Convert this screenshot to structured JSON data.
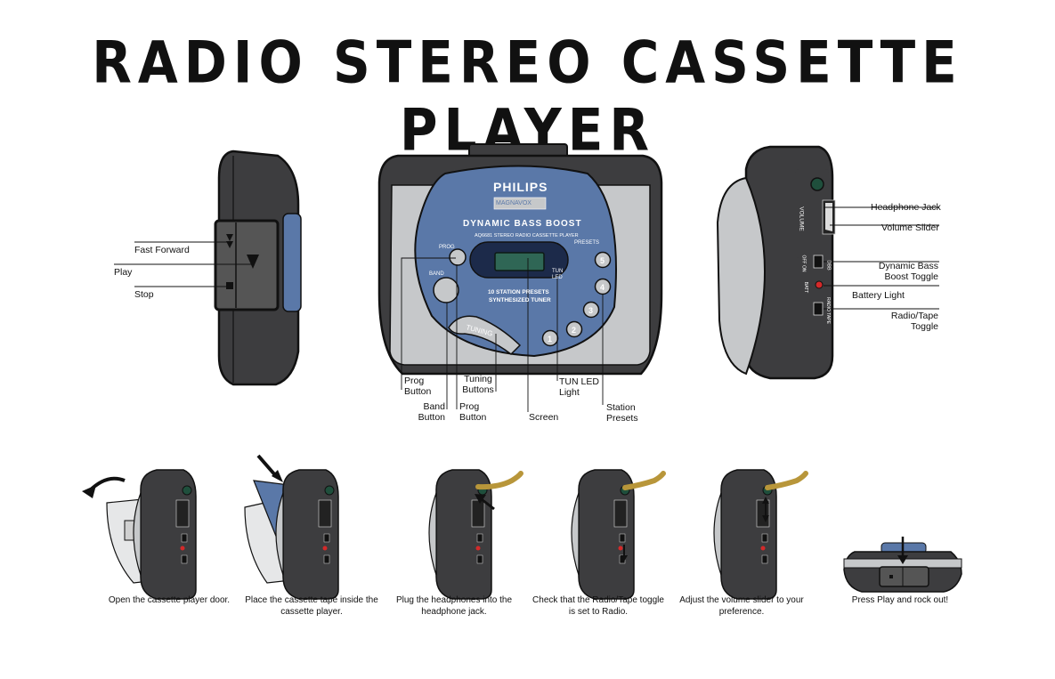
{
  "title": "RADIO STEREO CASSETTE PLAYER",
  "device": {
    "brand": "PHILIPS",
    "badge": "MAGNAVOX",
    "feature": "DYNAMIC BASS BOOST",
    "model": "AQ6681 STEREO RADIO CASSETTE PLAYER",
    "prog": "PROG",
    "band": "BAND",
    "presets": "PRESETS",
    "tun_led": "TUN LED",
    "station_text_1": "10 STATION PRESETS",
    "station_text_2": "SYNTHESIZED TUNER",
    "tuning": "TUNING",
    "volume": "VOLUME",
    "dbb": "DBB",
    "off_on": "OFF ON",
    "batt": "BATT",
    "radio_tape": "RADIO TAPE"
  },
  "left_labels": {
    "fast_forward": "Fast Forward",
    "play": "Play",
    "stop": "Stop"
  },
  "right_labels": {
    "headphone_jack": "Headphone Jack",
    "volume_slider": "Volume Slider",
    "dbb_toggle": "Dynamic Bass Boost Toggle",
    "battery_light": "Battery Light",
    "radio_tape_toggle": "Radio/Tape Toggle"
  },
  "front_labels": {
    "prog_button_1": "Prog Button",
    "band_button": "Band Button",
    "prog_button_2": "Prog Button",
    "tuning_buttons": "Tuning Buttons",
    "screen": "Screen",
    "tun_led_light": "TUN LED Light",
    "station_presets": "Station Presets"
  },
  "presets": [
    "1",
    "2",
    "3",
    "4",
    "5"
  ],
  "steps": [
    "Open the cassette player door.",
    "Place the cassette tape inside the cassette player.",
    "Plug the headphones into the headphone jack.",
    "Check that the Radio/Tape toggle is set to Radio.",
    "Adjust the volume slider to your preference.",
    "Press Play and rock out!"
  ],
  "colors": {
    "dark_body": "#3d3d3f",
    "silver": "#c6c8ca",
    "blue_panel": "#5a78a8",
    "screen_green": "#2f6655",
    "headphone_gold": "#b8963a"
  }
}
